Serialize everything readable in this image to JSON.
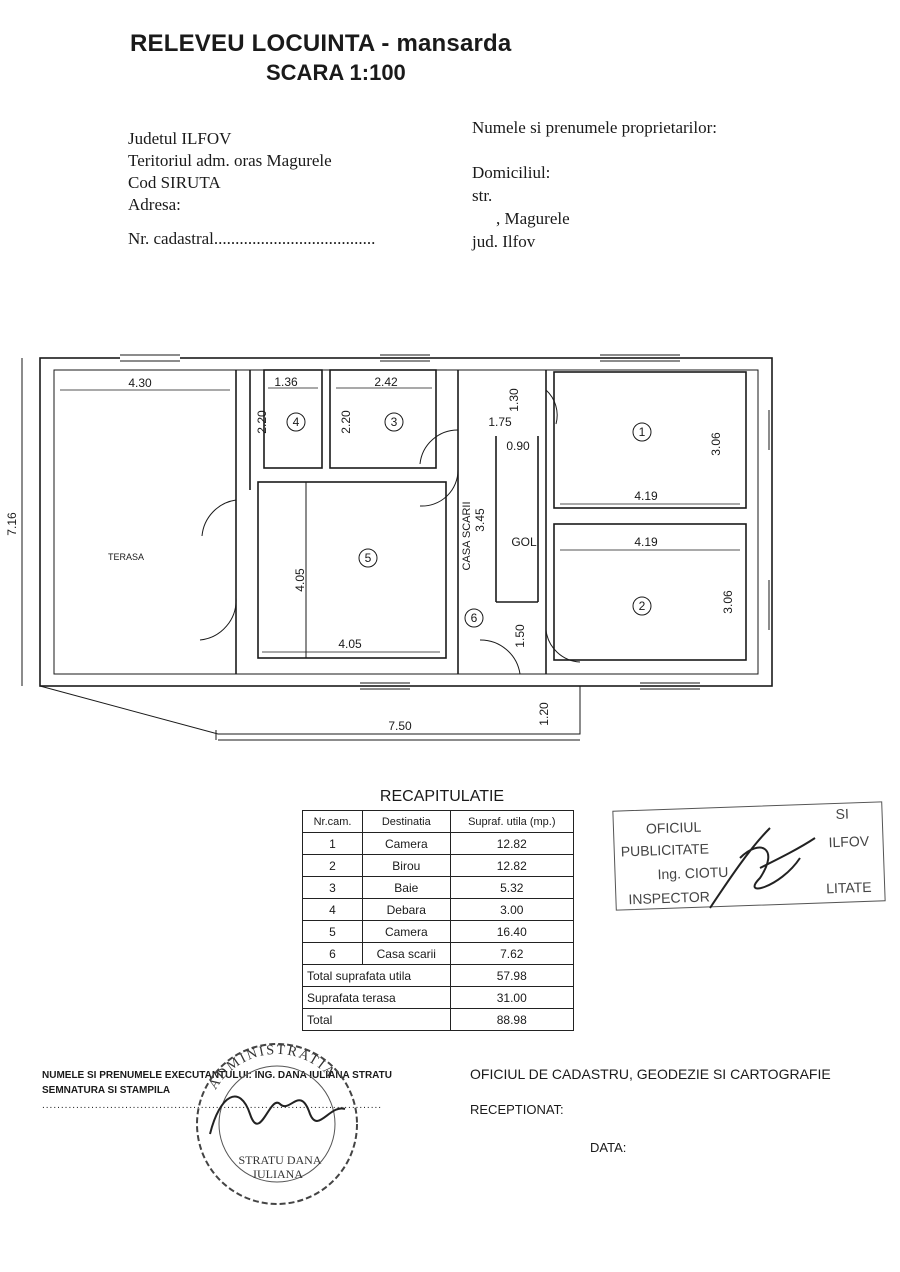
{
  "header": {
    "title": "RELEVEU LOCUINTA - mansarda",
    "scale": "SCARA 1:100"
  },
  "left_info": {
    "judet": "Judetul ILFOV",
    "teritoriu": "Teritoriul adm. oras Magurele",
    "siruta": "Cod SIRUTA",
    "adresa": "Adresa:",
    "cadastral": "Nr. cadastral......................................"
  },
  "right_info": {
    "owners": "Numele si prenumele proprietarilor:",
    "domiciliu": "Domiciliul:",
    "str": "str.",
    "city": ", Magurele",
    "jud": "jud. Ilfov"
  },
  "plan": {
    "total_width": "7.50",
    "total_height": "7.16",
    "offset": "1.20",
    "terrace_width": "4.30",
    "terrace_label": "TERASA",
    "room4": {
      "label": "4",
      "w": "1.36",
      "h": "2.20"
    },
    "room3": {
      "label": "3",
      "w": "2.42",
      "h": "2.20"
    },
    "room1": {
      "label": "1",
      "w": "4.19",
      "h": "3.06"
    },
    "room2": {
      "label": "2",
      "w": "4.19",
      "h": "3.06"
    },
    "room5": {
      "label": "5",
      "w": "4.05",
      "h": "4.05"
    },
    "room6": {
      "label": "6"
    },
    "stair": {
      "label": "CASA SCARII",
      "h": "3.45",
      "w": "1.75",
      "top": "1.30",
      "gol_w": "0.90",
      "bottom": "1.50"
    },
    "gol": "GOL"
  },
  "recap": {
    "title": "RECAPITULATIE",
    "headers": [
      "Nr.cam.",
      "Destinatia",
      "Supraf. utila (mp.)"
    ],
    "rows": [
      [
        "1",
        "Camera",
        "12.82"
      ],
      [
        "2",
        "Birou",
        "12.82"
      ],
      [
        "3",
        "Baie",
        "5.32"
      ],
      [
        "4",
        "Debara",
        "3.00"
      ],
      [
        "5",
        "Camera",
        "16.40"
      ],
      [
        "6",
        "Casa scarii",
        "7.62"
      ]
    ],
    "totals": [
      [
        "Total suprafata utila",
        "57.98"
      ],
      [
        "Suprafata terasa",
        "31.00"
      ],
      [
        "Total",
        "88.98"
      ]
    ]
  },
  "office_stamp": {
    "l1": "OFICIUL",
    "l1b": "SI",
    "l2": "PUBLICITATE",
    "l2b": "ILFOV",
    "l3": "Ing. CIOTU",
    "l4": "INSPECTOR",
    "l4b": "LITATE"
  },
  "footer": {
    "executant": "NUMELE SI PRENUMELE EXECUTANTULUI: ING. DANA IULIANA STRATU",
    "semnatura": "SEMNATURA SI STAMPILA",
    "dots": "..........................................................................................",
    "office": "OFICIUL DE CADASTRU, GEODEZIE SI CARTOGRAFIE",
    "receptionat": "RECEPTIONAT:",
    "data": "DATA:"
  },
  "seal": {
    "ring": "ADMINISTRATIA",
    "name1": "STRATU DANA",
    "name2": "IULIANA"
  }
}
